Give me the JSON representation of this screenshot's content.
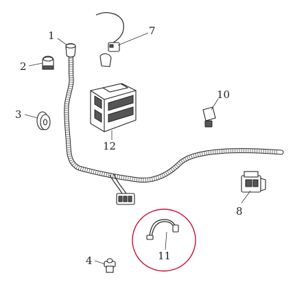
{
  "diagram": {
    "highlight_color": "#c8102e",
    "line_color": "#222222",
    "callouts": [
      {
        "id": "c1",
        "label": "1"
      },
      {
        "id": "c2",
        "label": "2"
      },
      {
        "id": "c3",
        "label": "3"
      },
      {
        "id": "c4",
        "label": "4"
      },
      {
        "id": "c7",
        "label": "7"
      },
      {
        "id": "c8",
        "label": "8"
      },
      {
        "id": "c10",
        "label": "10"
      },
      {
        "id": "c11",
        "label": "11"
      },
      {
        "id": "c12",
        "label": "12"
      }
    ]
  }
}
